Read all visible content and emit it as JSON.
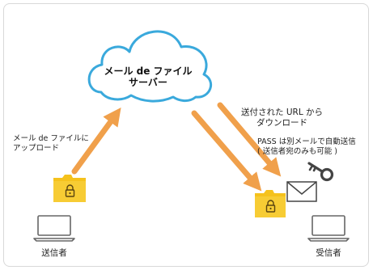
{
  "cloud": {
    "line1": "メール de ファイル",
    "line2": "サーバー"
  },
  "upload_note": {
    "line1": "メール de ファイルに",
    "line2": "アップロード"
  },
  "download_note": {
    "line1": "送付された URL から",
    "line2": "ダウンロード"
  },
  "password_note": {
    "line1": "PASS は別メールで自動送信",
    "line2": "( 送信者宛のみも可能 )"
  },
  "sender": {
    "label": "送信者"
  },
  "receiver": {
    "label": "受信者"
  },
  "colors": {
    "cloud_stroke": "#3aa9dc",
    "arrow": "#f0a04b",
    "folder": "#f5c21c",
    "laptop": "#666666"
  },
  "icons": [
    "cloud-icon",
    "folder-lock-icon",
    "laptop-icon",
    "envelope-icon",
    "key-icon"
  ]
}
